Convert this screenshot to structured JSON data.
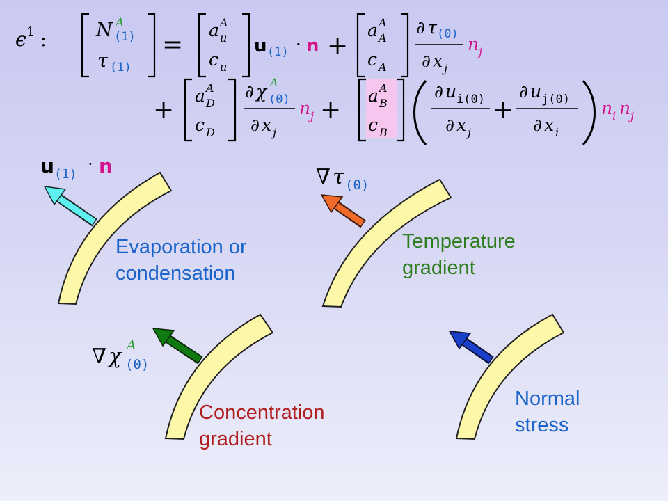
{
  "colors": {
    "interface_fill": "#fcf8a8",
    "interface_stroke": "#222222",
    "magenta": "#d4148c",
    "green": "#2e9e3a",
    "blue_sub": "#1a63c9",
    "highlight": "#f7c6ee",
    "arrow_evaporation": "#5ff0f0",
    "arrow_temperature": "#f06a2a",
    "arrow_concentration": "#0f7a0f",
    "arrow_normal_stress": "#1a3fc9",
    "label_evaporation": "#1a63c9",
    "label_temperature": "#2e7d1e",
    "label_concentration": "#b01e1e",
    "label_normal_stress": "#1a63c9"
  },
  "equation": {
    "order_symbol": "ϵ",
    "order_superscript": "1",
    "colon": ":",
    "lhs_N": "N",
    "lhs_N_sup": "A",
    "lhs_N_sub": "(1)",
    "lhs_tau": "τ",
    "lhs_tau_sub": "(1)",
    "equals": "=",
    "plus": "+",
    "dot": "·",
    "coef_a": "a",
    "coef_c": "c",
    "sup_A": "A",
    "idx_u": "u",
    "idx_A": "A",
    "idx_D": "D",
    "idx_B": "B",
    "u_bold": "u",
    "u_sub": "(1)",
    "n_bold": "n",
    "partial": "∂",
    "tau": "τ",
    "sub_0": "(0)",
    "x": "x",
    "idx_j": "j",
    "idx_i": "i",
    "chi": "χ",
    "n": "n",
    "u_i_sub": "i(0)",
    "u_j_sub": "j(0)",
    "lparen": "(",
    "rparen": ")"
  },
  "panels": {
    "evaporation": {
      "symbol_u": "u",
      "symbol_u_sub": "(1)",
      "symbol_dot": "·",
      "symbol_n": "n",
      "label_line1": "Evaporation  or",
      "label_line2": "condensation"
    },
    "temperature": {
      "symbol_nabla": "∇",
      "symbol_tau": "τ",
      "symbol_sub": "(0)",
      "label_line1": "Temperature",
      "label_line2": "gradient"
    },
    "concentration": {
      "symbol_nabla": "∇",
      "symbol_chi": "χ",
      "symbol_sup": "A",
      "symbol_sub": "(0)",
      "label_line1": "Concentration",
      "label_line2": "gradient"
    },
    "normal_stress": {
      "label_line1": "Normal",
      "label_line2": "stress"
    }
  }
}
